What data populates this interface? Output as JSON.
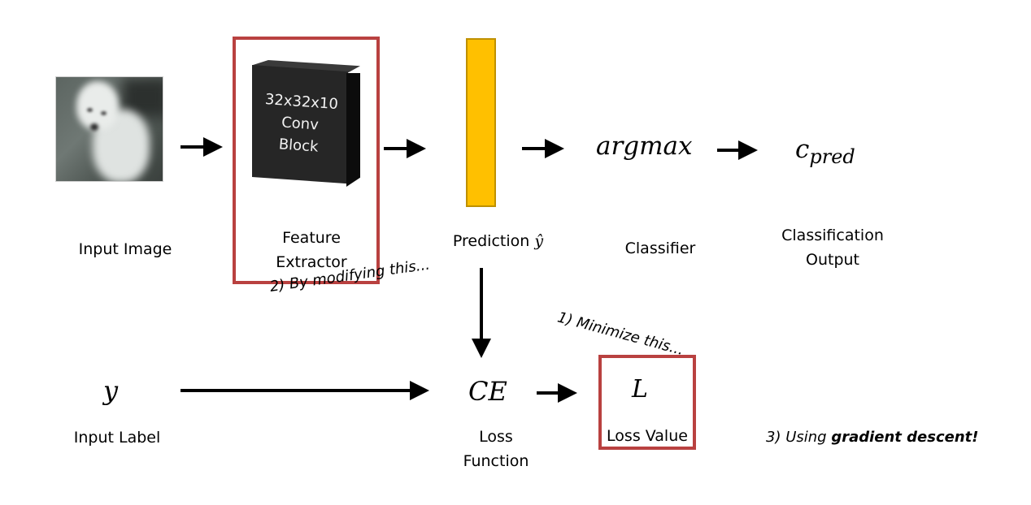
{
  "diagram": {
    "top_row": {
      "input_image": {
        "label": "Input Image",
        "alt": "blurry image of a white dog"
      },
      "feature_extractor": {
        "block_lines": [
          "32x32x10",
          "Conv",
          "Block"
        ],
        "label_lines": [
          "Feature",
          "Extractor"
        ]
      },
      "prediction": {
        "label": "Prediction",
        "symbol": "ŷ",
        "bar_color": "#ffc000"
      },
      "classifier": {
        "symbol": "argmax",
        "label": "Classifier"
      },
      "output": {
        "symbol_base": "c",
        "symbol_sub": "pred",
        "label_lines": [
          "Classification",
          "Output"
        ]
      }
    },
    "bottom_row": {
      "input_label": {
        "symbol": "y",
        "label": "Input Label"
      },
      "loss_function": {
        "symbol": "CE",
        "label_lines": [
          "Loss",
          "Function"
        ]
      },
      "loss_value": {
        "symbol": "L",
        "label": "Loss Value"
      }
    },
    "annotations": {
      "step1": "1) Minimize this...",
      "step2": "2) By modifying this...",
      "step3_prefix": "3) Using ",
      "step3_bold": "gradient descent!"
    },
    "colors": {
      "highlight": "#b94140",
      "prediction": "#ffc000",
      "arrow": "#000000"
    }
  }
}
